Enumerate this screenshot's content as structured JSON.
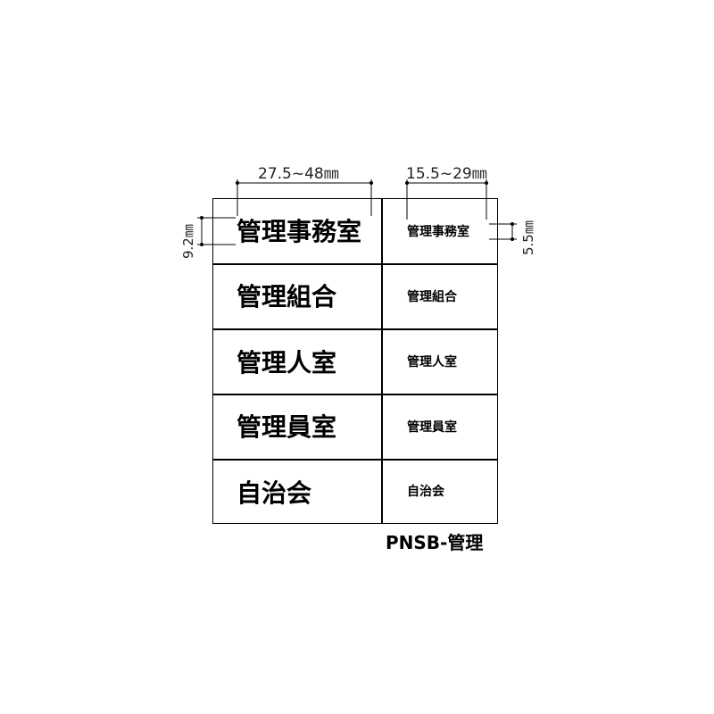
{
  "dimensions": {
    "large_width": "27.5~48㎜",
    "small_width": "15.5~29㎜",
    "large_height": "9.2㎜",
    "small_height": "5.5㎜"
  },
  "rows": [
    {
      "large": "管理事務室",
      "small": "管理事務室"
    },
    {
      "large": "管理組合",
      "small": "管理組合"
    },
    {
      "large": "管理人室",
      "small": "管理人室"
    },
    {
      "large": "管理員室",
      "small": "管理員室"
    },
    {
      "large": "自治会",
      "small": "自治会"
    }
  ],
  "model_code": "PNSB-管理"
}
